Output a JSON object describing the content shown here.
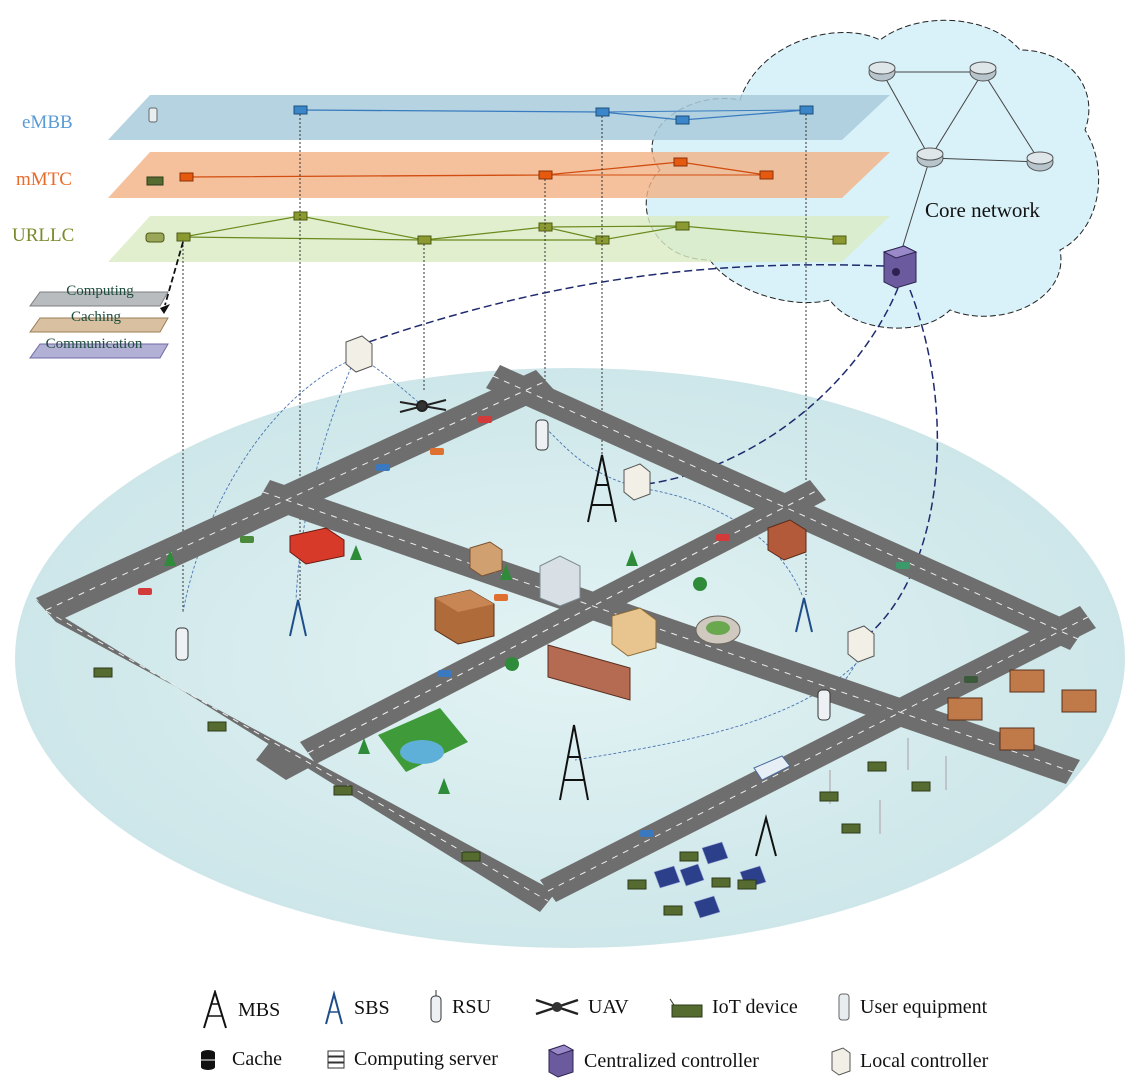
{
  "slices": [
    {
      "label": "eMBB",
      "color": "#5b9bd5"
    },
    {
      "label": "mMTC",
      "color": "#e86b2a"
    },
    {
      "label": "URLLC",
      "color": "#7a8a2a"
    }
  ],
  "resources": [
    "Computing",
    "Caching",
    "Communication"
  ],
  "core_network_label": "Core network",
  "legend": [
    {
      "icon": "mbs-icon",
      "label": "MBS"
    },
    {
      "icon": "sbs-icon",
      "label": "SBS"
    },
    {
      "icon": "rsu-icon",
      "label": "RSU"
    },
    {
      "icon": "uav-icon",
      "label": "UAV"
    },
    {
      "icon": "iot-device-icon",
      "label": "IoT device"
    },
    {
      "icon": "user-equipment-icon",
      "label": "User equipment"
    },
    {
      "icon": "cache-icon",
      "label": "Cache"
    },
    {
      "icon": "computing-server-icon",
      "label": "Computing server"
    },
    {
      "icon": "centralized-controller-icon",
      "label": "Centralized controller"
    },
    {
      "icon": "local-controller-icon",
      "label": "Local controller"
    }
  ],
  "colors": {
    "embb_plane": "#a9cbdc",
    "mmtc_plane": "#f2b285",
    "urllc_plane": "#d9ebc3",
    "ground": "#d6ecee",
    "cloud": "#d2f0f8",
    "road": "#6e6e6e"
  }
}
